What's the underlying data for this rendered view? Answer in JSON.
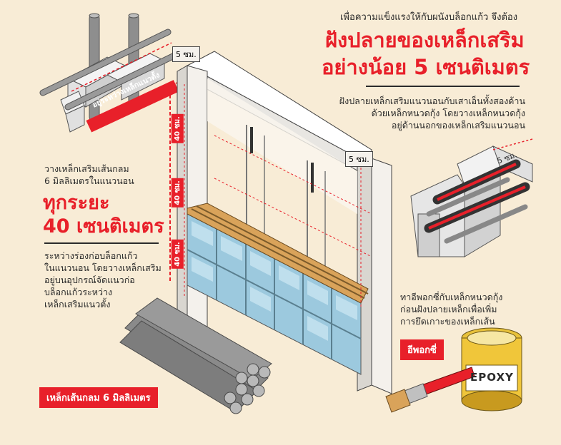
{
  "top_note": "เพื่อความแข็งแรงให้กับผนังบล็อกแก้ว จึงต้อง",
  "headline_line1": "ฝังปลายของเหล็กเสริม",
  "headline_line2": "อย่างน้อย 5 เซนติเมตร",
  "right_desc": [
    "ฝังปลายเหล็กเสริมแนวนอนกับเสาเอ็นทั้งสองด้าน",
    "ด้วยเหล็กหนวดกุ้ง โดยวางเหล็กหนวดกุ้ง",
    "อยู่ด้านนอกของเหล็กเสริมแนวนอน"
  ],
  "left_desc1": [
    "วางเหล็กเสริมเส้นกลม",
    "6 มิลลิเมตรในแนวนอน"
  ],
  "left_headline_line1": "ทุกระยะ",
  "left_headline_line2": "40 เซนติเมตร",
  "left_desc2": [
    "ระหว่างร่องก่อบล็อกแก้ว",
    "ในแนวนอน โดยวางเหล็กเสริม",
    "อยู่บนอุปกรณ์จัดแนวก่อ",
    "บล็อกแก้วระหว่าง",
    "เหล็กเสริมแนวตั้ง"
  ],
  "detail_label_left": "อยู่ระหว่างเหล็กแนวตั้ง",
  "dim_5cm": "5 ซม.",
  "dim_40cm": "40 ซม.",
  "epoxy_desc": [
    "ทาอีพอกซี่กับเหล็กหนวดกุ้ง",
    "ก่อนฝังปลายเหล็กเพื่อเพิ่ม",
    "การยึดเกาะของเหล็กเส้น"
  ],
  "epoxy_pill": "อีพอกซี่",
  "epoxy_can_label": "EPOXY",
  "rebar_pill": "เหล็กเส้นกลม 6 มิลลิเมตร",
  "colors": {
    "background": "#f8ecd6",
    "accent": "#e8202a",
    "text": "#2b2b2b",
    "glass": "#b9dcec",
    "wall": "#f4f1ec"
  }
}
